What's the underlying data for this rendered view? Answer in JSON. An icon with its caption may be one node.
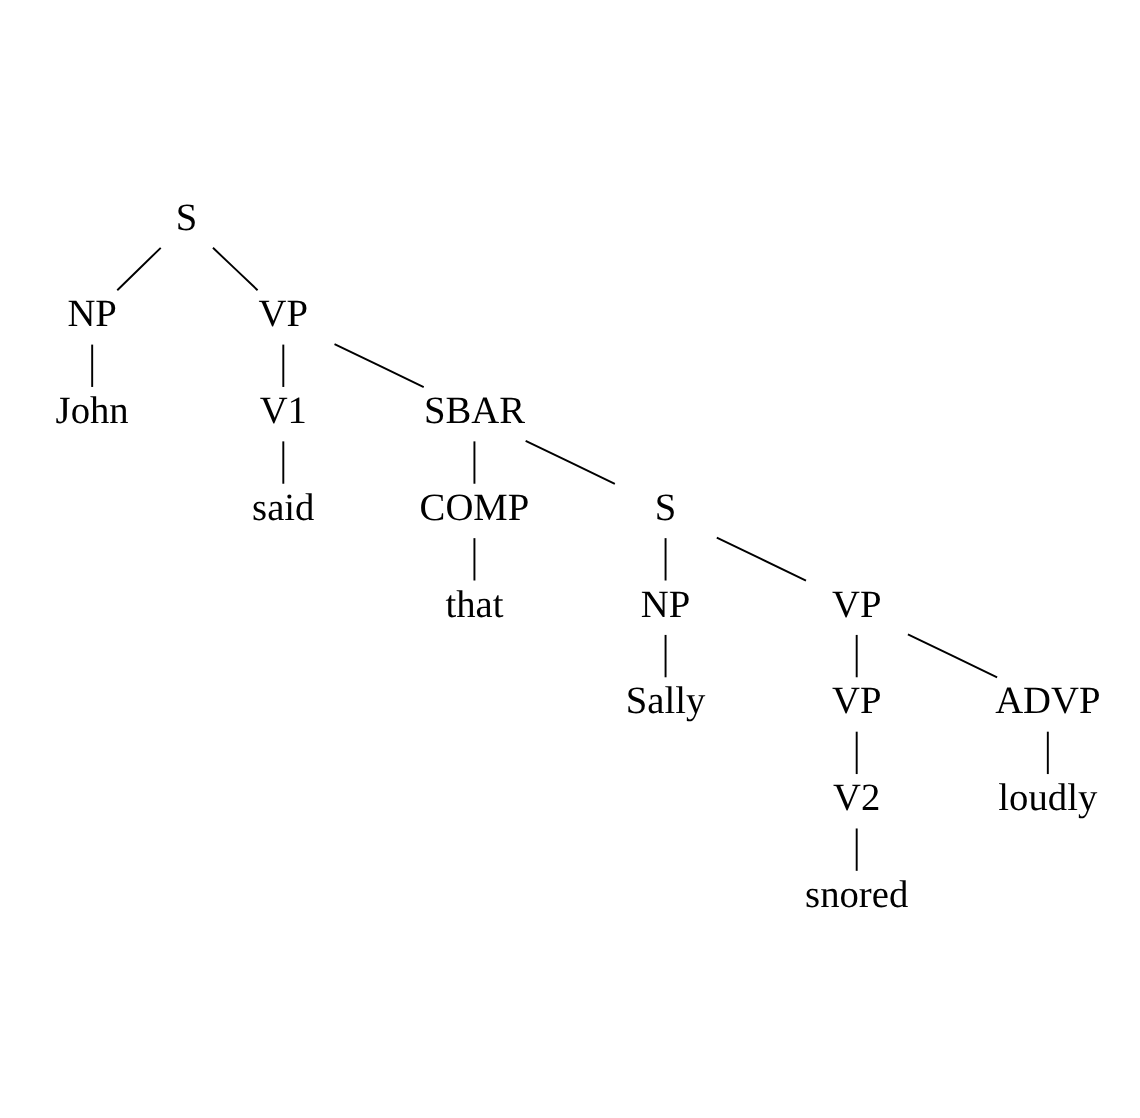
{
  "diagram": {
    "nodes": [
      {
        "text": [
          "S"
        ]
      },
      {
        "text": [
          "NP"
        ]
      },
      {
        "text": [
          "VP"
        ]
      },
      {
        "text": [
          "John"
        ]
      },
      {
        "text": [
          "V1"
        ]
      },
      {
        "text": [
          "SBAR"
        ]
      },
      {
        "text": [
          "said"
        ]
      },
      {
        "text": [
          "COMP"
        ]
      },
      {
        "text": [
          "S"
        ]
      },
      {
        "text": [
          "that"
        ]
      },
      {
        "text": [
          "NP"
        ]
      },
      {
        "text": [
          "VP"
        ]
      },
      {
        "text": [
          "Sally"
        ]
      },
      {
        "text": [
          "VP"
        ]
      },
      {
        "text": [
          "ADVP"
        ]
      },
      {
        "text": [
          "V2"
        ]
      },
      {
        "text": [
          "loudly"
        ]
      },
      {
        "text": [
          "snored"
        ]
      }
    ],
    "edges": [
      {
        "from": 0,
        "to": 1,
        "arrow": "none"
      },
      {
        "from": 0,
        "to": 2,
        "arrow": "none"
      },
      {
        "from": 1,
        "to": 3,
        "arrow": "none"
      },
      {
        "from": 2,
        "to": 4,
        "arrow": "none"
      },
      {
        "from": 2,
        "to": 5,
        "arrow": "none"
      },
      {
        "from": 4,
        "to": 6,
        "arrow": "none"
      },
      {
        "from": 5,
        "to": 7,
        "arrow": "none"
      },
      {
        "from": 5,
        "to": 8,
        "arrow": "none"
      },
      {
        "from": 7,
        "to": 9,
        "arrow": "none"
      },
      {
        "from": 8,
        "to": 10,
        "arrow": "none"
      },
      {
        "from": 8,
        "to": 11,
        "arrow": "none"
      },
      {
        "from": 10,
        "to": 12,
        "arrow": "none"
      },
      {
        "from": 11,
        "to": 13,
        "arrow": "none"
      },
      {
        "from": 11,
        "to": 14,
        "arrow": "none"
      },
      {
        "from": 13,
        "to": 15,
        "arrow": "none"
      },
      {
        "from": 14,
        "to": 16,
        "arrow": "none"
      },
      {
        "from": 15,
        "to": 17,
        "arrow": "none"
      }
    ]
  }
}
